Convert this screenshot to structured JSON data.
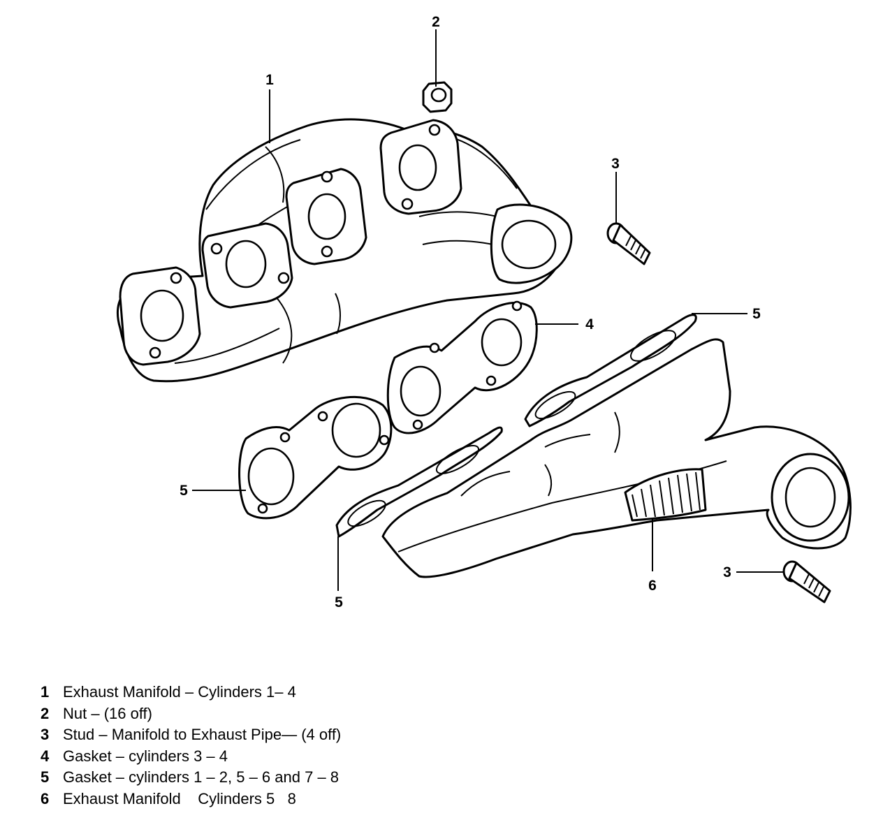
{
  "callouts": {
    "c1": "1",
    "c2": "2",
    "c3a": "3",
    "c3b": "3",
    "c4": "4",
    "c5a": "5",
    "c5b": "5",
    "c5c": "5",
    "c6": "6"
  },
  "legend": [
    {
      "num": "1",
      "text": "Exhaust Manifold – Cylinders 1– 4"
    },
    {
      "num": "2",
      "text": "Nut – (16 off)"
    },
    {
      "num": "3",
      "text": "Stud – Manifold to Exhaust Pipe— (4 off)"
    },
    {
      "num": "4",
      "text": "Gasket – cylinders 3 – 4"
    },
    {
      "num": "5",
      "text": "Gasket – cylinders 1 – 2, 5 – 6 and 7 – 8"
    },
    {
      "num": "6",
      "text": "Exhaust Manifold    Cylinders 5   8"
    }
  ]
}
